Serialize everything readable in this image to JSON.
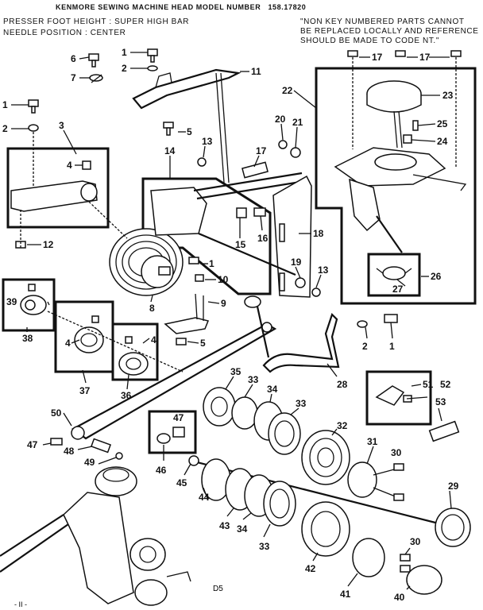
{
  "header": {
    "title": "KENMORE SEWING MACHINE HEAD  MODEL NUMBER",
    "model": "158.17820",
    "presser_foot": "PRESSER FOOT HEIGHT : SUPER HIGH BAR",
    "needle_position": "NEEDLE POSITION : CENTER",
    "note_line1": "\"NON KEY NUMBERED PARTS CANNOT",
    "note_line2": "BE REPLACED LOCALLY AND REFERENCE",
    "note_line3": "SHOULD BE MADE TO CODE NT.\""
  },
  "footer": {
    "page_code": "D5",
    "corner_mark": "- II -"
  },
  "labels": [
    "1",
    "2",
    "3",
    "4",
    "5",
    "6",
    "7",
    "8",
    "9",
    "10",
    "11",
    "12",
    "13",
    "14",
    "15",
    "16",
    "17",
    "18",
    "19",
    "20",
    "21",
    "22",
    "23",
    "24",
    "25",
    "26",
    "27",
    "28",
    "29",
    "30",
    "31",
    "32",
    "33",
    "34",
    "35",
    "36",
    "37",
    "38",
    "39",
    "40",
    "41",
    "42",
    "43",
    "44",
    "45",
    "46",
    "47",
    "48",
    "49",
    "50",
    "51",
    "52",
    "53"
  ]
}
